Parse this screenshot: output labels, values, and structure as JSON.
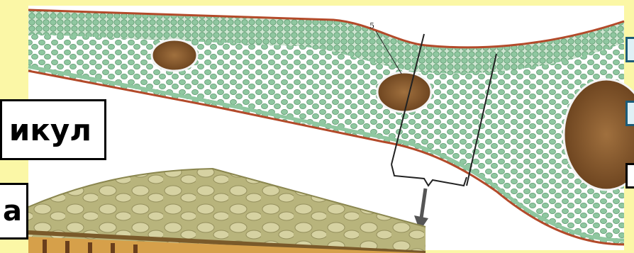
{
  "labels": {
    "top_fragment": "икул",
    "bottom_fragment": "а",
    "marker_number": "5"
  },
  "colors": {
    "background": "#fbf7a6",
    "leaf_cells": "#8fc7a0",
    "cuticle": "#b34a2a",
    "vein": "#8a5a2e",
    "surface": "#c8c48e",
    "arrow": "#555555",
    "tab_border": "#1c5c78"
  },
  "icons": {
    "arrow": "down-arrow-icon"
  }
}
